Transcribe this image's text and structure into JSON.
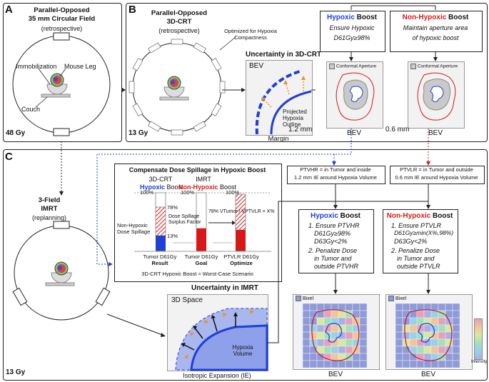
{
  "panelA": {
    "letter": "A",
    "title_line1": "Parallel-Opposed",
    "title_line2": "35 mm Circular Field",
    "subtitle": "(retrospective)",
    "label_immobilization": "Immobilization",
    "label_mouse_leg": "Mouse Leg",
    "label_couch": "Couch",
    "dose": "48 Gy"
  },
  "panelB": {
    "letter": "B",
    "title_line1": "Parallel-Opposed",
    "title_line2": "3D-CRT",
    "subtitle": "(retrospective)",
    "optimized_note": "Optimized for Hypoxia Compactness",
    "dose": "13 Gy",
    "uncertainty_title": "Uncertainty in 3D-CRT",
    "bev_label": "BEV",
    "projected_hypoxia": "Projected Hypoxia Outline",
    "margin_label": "Margin",
    "hypoxic_boost": {
      "word": "Hypoxic",
      "rest": " Boost",
      "line1": "Ensure Hypoxic",
      "line2": "D61Gy≥98%",
      "aperture": "Conformal Aperture",
      "margin": "1.2 mm",
      "bev": "BEV",
      "ptv_text": "PTVHR = in Tumor and inside",
      "ptv_text2": "1.2 mm IE around Hypoxia Volume"
    },
    "nonhypoxic_boost": {
      "word": "Non-Hypoxic",
      "rest": " Boost",
      "line1": "Maintain aperture area",
      "line2": "of hypoxic boost",
      "aperture": "Conformal Aperture",
      "margin": "0.6 mm",
      "bev": "BEV",
      "ptv_text": "PTVLR = in Tumor and outside",
      "ptv_text2": "0.6 mm IE around Hypoxia Volume"
    }
  },
  "panelC": {
    "letter": "C",
    "title_line1": "3-Field",
    "title_line2": "IMRT",
    "subtitle": "(replanning)",
    "dose": "13 Gy",
    "spillage": {
      "title": "Compensate Dose Spillage in Hypoxic Boost",
      "col1_title": "3D-CRT",
      "col1_sub_word": "Hypoxic",
      "col1_sub_rest": " Boost",
      "col2_title": "IMRT",
      "col2_sub_word": "Non-Hypoxic",
      "col2_sub_rest": " Boost",
      "pct100_a": "100%",
      "pct100_b": "100%",
      "pct100_c": "100%",
      "pct78": "78%",
      "pct13": "13%",
      "nonhypoxic_spill": "Non-Hypoxic Dose Spillage",
      "surplus": "Dose Spillage Surplus Factor",
      "formula": "78% VTumor / VPTVLR = X%",
      "x1_line1": "Tumor D61Gy",
      "x1_line2": "Result",
      "x2_line1": "Tumor D61Gy",
      "x2_line2": "Goal",
      "x3_line1": "PTVLR D61Gy",
      "x3_line2": "Optimize",
      "footnote": "3D-CRT Hypoxic Boost ≈ Worst-Case Scenario"
    },
    "uncertainty_title": "Uncertainty in IMRT",
    "space_label": "3D Space",
    "hypoxia_volume": "Hypoxia Volume",
    "isotropic": "Isotropic Expansion (IE)",
    "hypoxic_boost": {
      "word": "Hypoxic",
      "rest": " Boost",
      "l1": "1. Ensure PTVHR",
      "l2": "D61Gy≥98%",
      "l3": "D63Gy<2%",
      "l4": "2. Penalize Dose",
      "l5": "in Tumor and",
      "l6": "outside PTVHR",
      "bixel": "Bixel",
      "bev": "BEV"
    },
    "nonhypoxic_boost": {
      "word": "Non-Hypoxic",
      "rest": " Boost",
      "l1": "1. Ensure PTVLR",
      "l2": "D61Gy≥min(X%,98%)",
      "l3": "D63Gy<2%",
      "l4": "2. Penalize Dose",
      "l5": "in Tumor and",
      "l6": "outside PTVLR",
      "bixel": "Bixel",
      "bev": "BEV",
      "intensity": "Intensity"
    }
  },
  "colors": {
    "blue": "#1f3fd6",
    "red": "#d81818",
    "orange": "#e8912a",
    "grey": "#c9c9c9"
  }
}
